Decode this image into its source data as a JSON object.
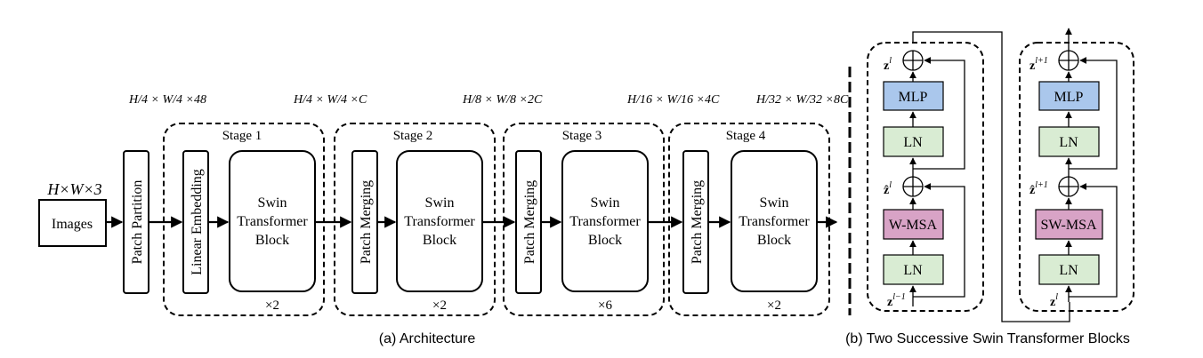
{
  "architecture": {
    "input_label": "Images",
    "input_dim": "H×W×3",
    "patch_partition": "Patch Partition",
    "linear_embedding": "Linear Embedding",
    "stages": [
      {
        "title": "Stage 1",
        "dim_num": "H/4 × W/4 ×48",
        "repeat": "×2",
        "first": "Linear Embedding"
      },
      {
        "title": "Stage 2",
        "dim_num": "H/4 × W/4 ×C",
        "repeat": "×2",
        "first": "Patch Merging"
      },
      {
        "title": "Stage 3",
        "dim_num": "H/8 × W/8 ×2C",
        "repeat": "×6",
        "first": "Patch Merging"
      },
      {
        "title": "Stage 4",
        "dim_num": "H/16 × W/16 ×4C",
        "repeat": "×2",
        "first": "Patch Merging"
      }
    ],
    "final_dim": "H/32 × W/32 ×8C",
    "swin_block": [
      "Swin",
      "Transformer",
      "Block"
    ],
    "caption": "(a) Architecture"
  },
  "blocks": {
    "left": {
      "attn": "W-MSA",
      "mlp": "MLP",
      "ln": "LN",
      "z_out": "z",
      "z_out_sup": "l",
      "z_hat": "ẑ",
      "z_hat_sup": "l",
      "z_in": "z",
      "z_in_sup": "l−1"
    },
    "right": {
      "attn": "SW-MSA",
      "mlp": "MLP",
      "ln": "LN",
      "z_out": "z",
      "z_out_sup": "l+1",
      "z_hat": "ẑ",
      "z_hat_sup": "l+1",
      "z_in": "z",
      "z_in_sup": "l"
    },
    "caption": "(b) Two Successive Swin Transformer Blocks"
  },
  "colors": {
    "mlp": "#aac7ec",
    "ln": "#d9ecd3",
    "wmsa": "#d8a3c6"
  }
}
